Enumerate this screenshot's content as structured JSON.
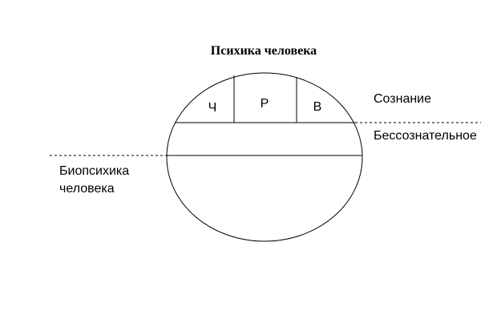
{
  "title": "Психика человека",
  "top_cells": {
    "left": "Ч",
    "middle": "Р",
    "right": "В"
  },
  "labels": {
    "consciousness": "Сознание",
    "unconscious": "Бессознательное",
    "biopsyche_line1": "Биопсихика",
    "biopsyche_line2": "человека"
  }
}
